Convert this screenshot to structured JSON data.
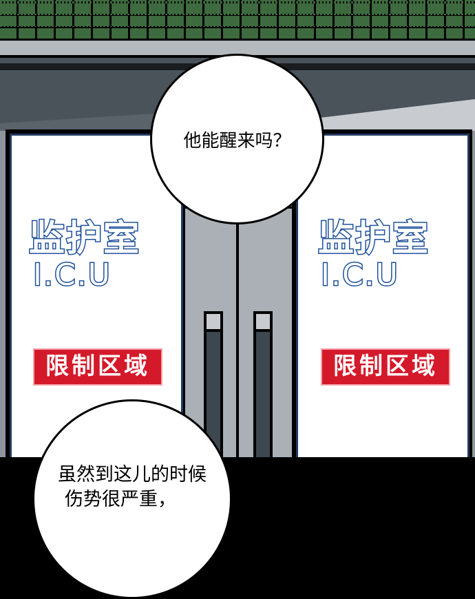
{
  "scene": {
    "left_door": {
      "label_cn": "监护室",
      "label_en": "I.C.U",
      "warning": "限制区域"
    },
    "right_door": {
      "label_cn": "监护室",
      "label_en": "I.C.U",
      "warning": "限制区域"
    }
  },
  "bubbles": {
    "top": "他能醒来吗？",
    "bottom_line1": "虽然到这儿的时候",
    "bottom_line2": "伤势很严重，"
  },
  "colors": {
    "panel_blue": "#1d4f9a",
    "warning_red": "#d41a2a",
    "grid_green": "#3d6a3e"
  }
}
